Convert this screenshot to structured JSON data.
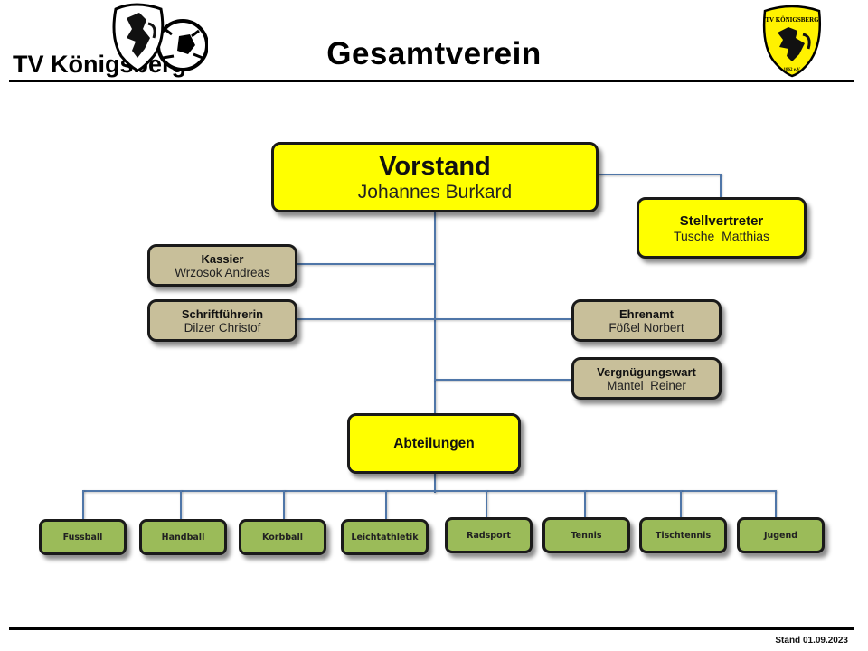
{
  "header": {
    "title": "Gesamtverein",
    "brand_text": "TV Königsberg",
    "crest_text_top": "TV KÖNIGSBERG",
    "crest_text_bottom": "1862 e.V."
  },
  "colors": {
    "leadership": "#ffff00",
    "officers": "#c8bf9a",
    "departments": "#9bbb59",
    "connector": "#4f76a8"
  },
  "org": {
    "vorstand": {
      "role": "Vorstand",
      "name": "Johannes Burkard"
    },
    "stellvertreter": {
      "role": "Stellvertreter",
      "name": "Tusche  Matthias"
    },
    "kassier": {
      "role": "Kassier",
      "name": "Wrzosok Andreas"
    },
    "schriftfuehrerin": {
      "role": "Schriftführerin",
      "name": "Dilzer Christof"
    },
    "ehrenamt": {
      "role": "Ehrenamt",
      "name": "Fößel Norbert"
    },
    "vergnuegungswart": {
      "role": "Vergnügungswart",
      "name": "Mantel  Reiner"
    },
    "abteilungen": {
      "role": "Abteilungen"
    },
    "departments": [
      "Fussball",
      "Handball",
      "Korbball",
      "Leichtathletik",
      "Radsport",
      "Tennis",
      "Tischtennis",
      "Jugend"
    ]
  },
  "footer": {
    "stand": "Stand 01.09.2023"
  }
}
